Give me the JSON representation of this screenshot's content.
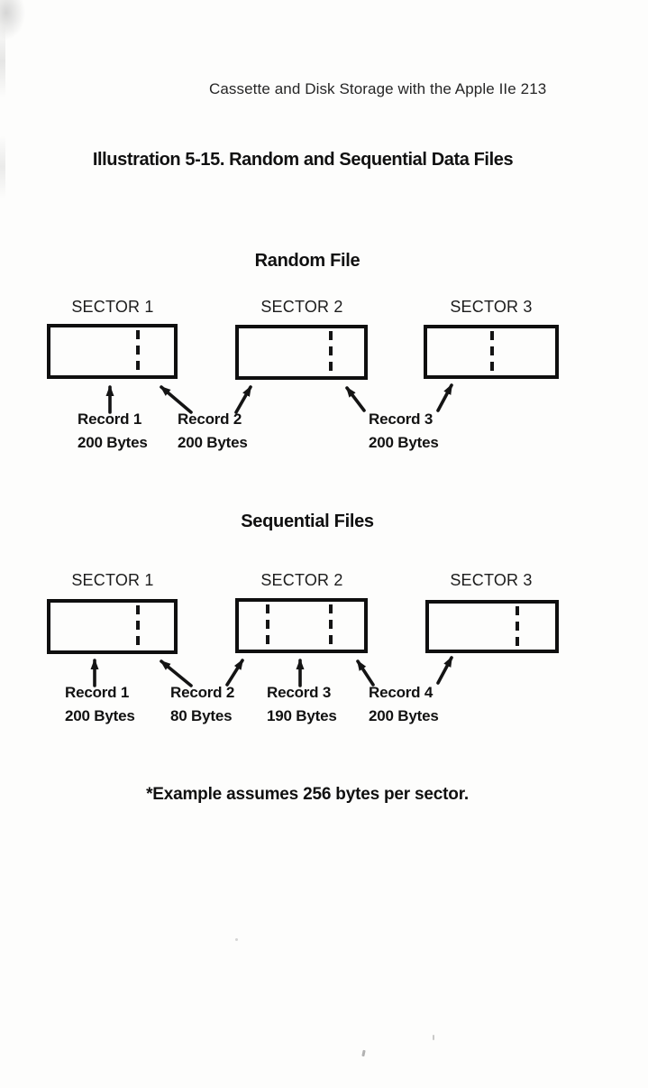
{
  "page": {
    "running_header": "Cassette and Disk Storage with the Apple IIe 213",
    "title": "Illustration 5-15. Random and Sequential Data Files",
    "footnote": "*Example assumes 256 bytes per sector."
  },
  "colors": {
    "ink": "#161616",
    "paper": "#fdfdfc"
  },
  "random_file": {
    "heading": "Random File",
    "sectors": [
      "SECTOR 1",
      "SECTOR 2",
      "SECTOR 3"
    ],
    "records": [
      {
        "name": "Record 1",
        "size": "200 Bytes"
      },
      {
        "name": "Record 2",
        "size": "200 Bytes"
      },
      {
        "name": "Record 3",
        "size": "200 Bytes"
      }
    ]
  },
  "sequential_files": {
    "heading": "Sequential Files",
    "sectors": [
      "SECTOR 1",
      "SECTOR 2",
      "SECTOR 3"
    ],
    "records": [
      {
        "name": "Record 1",
        "size": "200 Bytes"
      },
      {
        "name": "Record 2",
        "size": "80 Bytes"
      },
      {
        "name": "Record 3",
        "size": "190 Bytes"
      },
      {
        "name": "Record 4",
        "size": "200 Bytes"
      }
    ]
  }
}
